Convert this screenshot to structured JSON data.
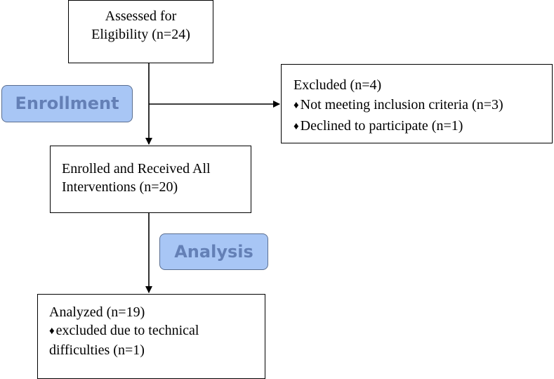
{
  "assessed": {
    "line1": "Assessed for",
    "line2": "Eligibility (n=24)"
  },
  "excluded": {
    "title": "Excluded  (n=4)",
    "bullet_glyph": "♦",
    "item1": "Not meeting inclusion criteria (n=3)",
    "item2": "Declined to participate (n=1)"
  },
  "enrolled": {
    "line1": "Enrolled and Received All",
    "line2": "Interventions (n=20)"
  },
  "analyzed": {
    "title": "Analyzed (n=19)",
    "bullet_glyph": "♦",
    "item_line1": "excluded due to technical",
    "item_line2": "difficulties (n=1)"
  },
  "stages": {
    "enrollment": "Enrollment",
    "analysis": "Analysis"
  },
  "colors": {
    "stage_fill": "#a8c6f5",
    "stage_text": "#6480b6",
    "stage_border": "#5a6e90"
  }
}
